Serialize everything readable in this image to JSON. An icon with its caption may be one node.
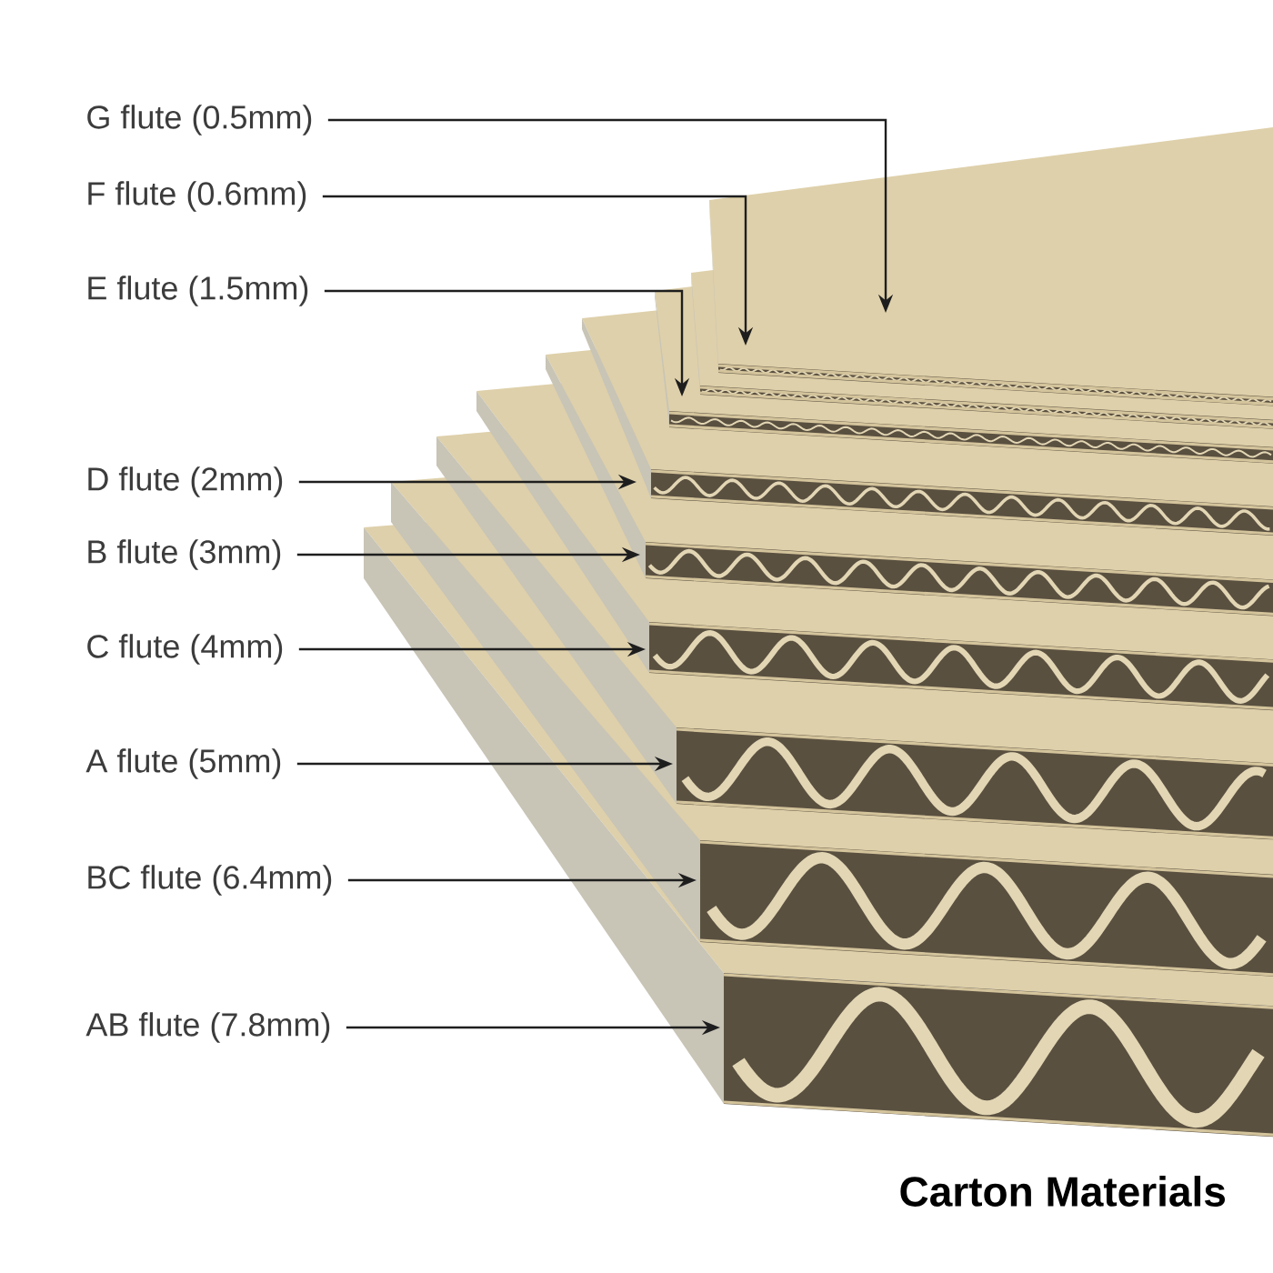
{
  "diagram": {
    "caption": "Carton Materials",
    "nodes": [
      {
        "text": [
          "G flute (0.5mm)"
        ]
      },
      {
        "text": [
          "F flute (0.6mm)"
        ]
      },
      {
        "text": [
          "E flute (1.5mm)"
        ]
      },
      {
        "text": [
          "D flute (2mm)"
        ]
      },
      {
        "text": [
          "B flute (3mm)"
        ]
      },
      {
        "text": [
          "C flute (4mm)"
        ]
      },
      {
        "text": [
          "A flute (5mm)"
        ]
      },
      {
        "text": [
          "BC flute (6.4mm)"
        ]
      },
      {
        "text": [
          "AB flute (7.8mm)"
        ]
      },
      {
        "text": [],
        "shape": "picture"
      },
      {
        "text": [],
        "shape": "picture"
      },
      {
        "text": [],
        "shape": "picture"
      },
      {
        "text": [],
        "shape": "picture"
      },
      {
        "text": [],
        "shape": "picture"
      },
      {
        "text": [],
        "shape": "picture"
      },
      {
        "text": [],
        "shape": "picture"
      },
      {
        "text": [],
        "shape": "picture"
      },
      {
        "text": [],
        "shape": "picture"
      }
    ],
    "edges": [
      {
        "from": 0,
        "to": 9,
        "arrow": "to"
      },
      {
        "from": 1,
        "to": 10,
        "arrow": "to"
      },
      {
        "from": 2,
        "to": 11,
        "arrow": "to"
      },
      {
        "from": 3,
        "to": 12,
        "arrow": "to"
      },
      {
        "from": 4,
        "to": 13,
        "arrow": "to"
      },
      {
        "from": 5,
        "to": 14,
        "arrow": "to"
      },
      {
        "from": 6,
        "to": 15,
        "arrow": "to"
      },
      {
        "from": 7,
        "to": 16,
        "arrow": "to"
      },
      {
        "from": 8,
        "to": 17,
        "arrow": "to"
      }
    ]
  }
}
